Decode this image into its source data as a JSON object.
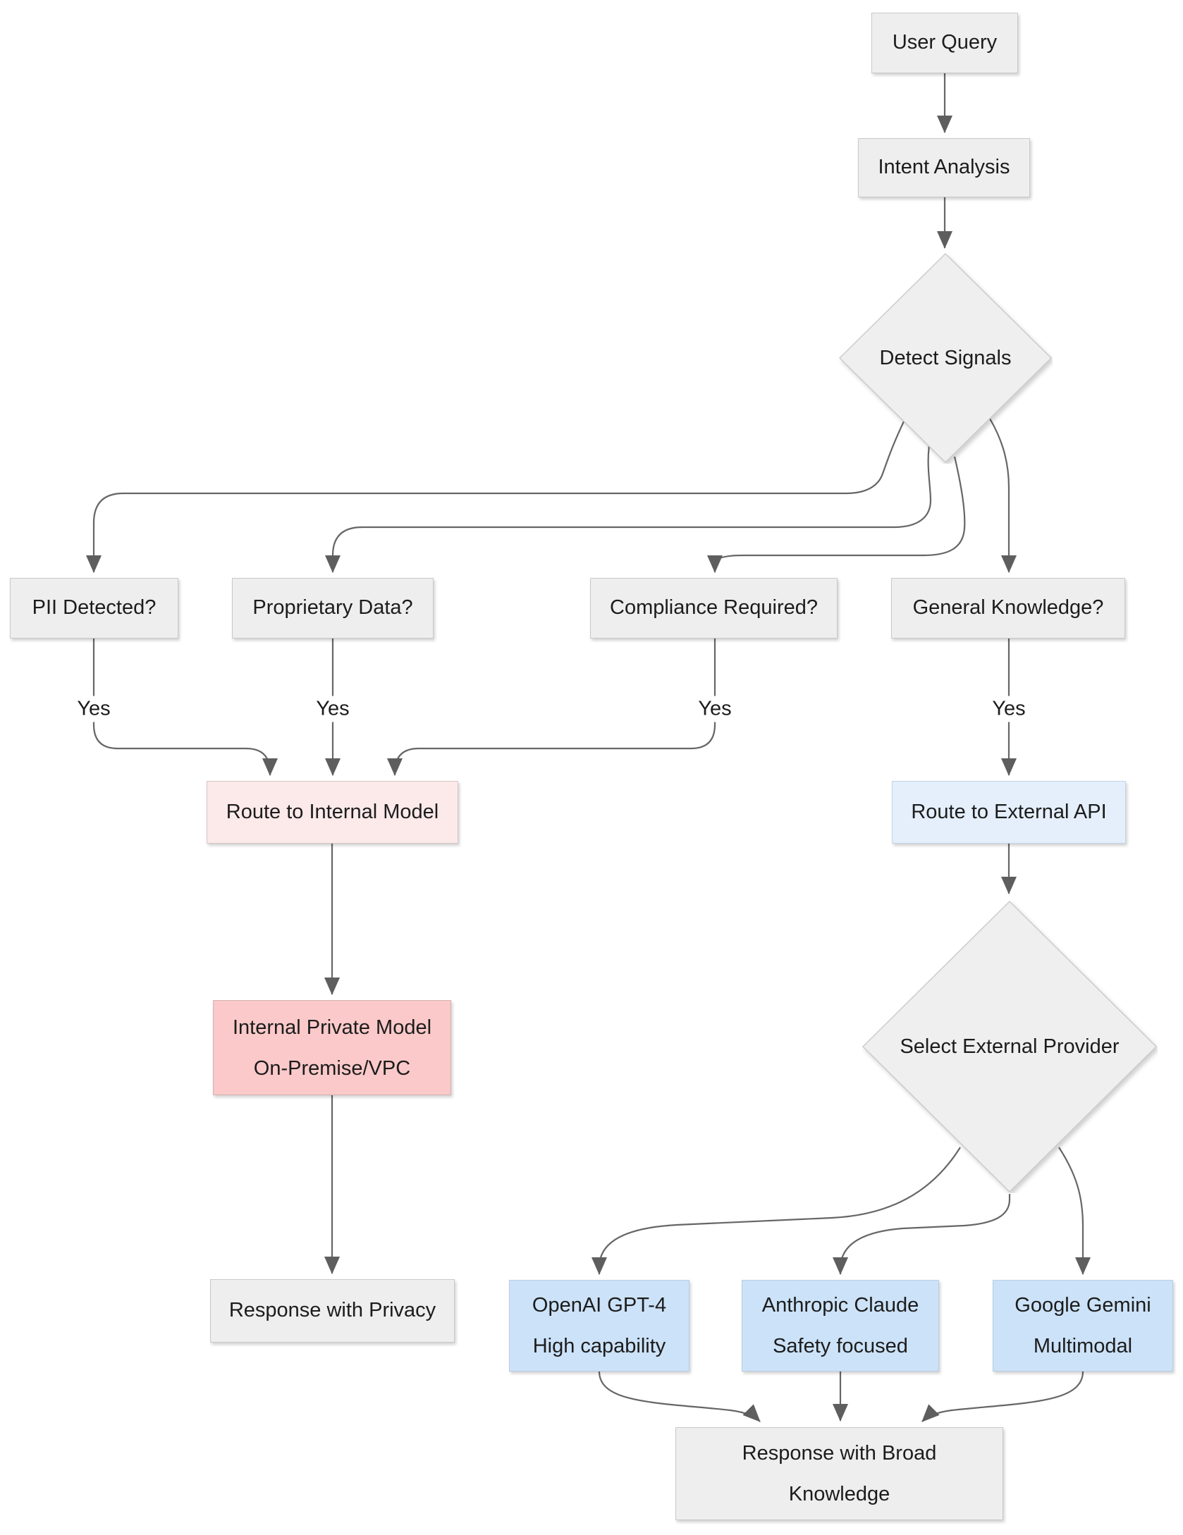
{
  "diagram": {
    "nodes": {
      "user_query": {
        "label": "User Query"
      },
      "intent_analysis": {
        "label": "Intent Analysis"
      },
      "detect_signals": {
        "label": "Detect Signals"
      },
      "pii_detected": {
        "label": "PII Detected?"
      },
      "proprietary_data": {
        "label": "Proprietary Data?"
      },
      "compliance": {
        "label": "Compliance Required?"
      },
      "general_knowledge": {
        "label": "General Knowledge?"
      },
      "route_internal": {
        "label": "Route to Internal Model"
      },
      "route_external": {
        "label": "Route to External API"
      },
      "internal_private": {
        "line1": "Internal Private Model",
        "line2": "On-Premise/VPC"
      },
      "select_provider": {
        "label": "Select External Provider"
      },
      "response_privacy": {
        "label": "Response with Privacy"
      },
      "openai": {
        "line1": "OpenAI GPT-4",
        "line2": "High capability"
      },
      "anthropic": {
        "line1": "Anthropic Claude",
        "line2": "Safety focused"
      },
      "gemini": {
        "line1": "Google Gemini",
        "line2": "Multimodal"
      },
      "response_broad": {
        "line1": "Response with Broad",
        "line2": "Knowledge"
      }
    },
    "edge_labels": {
      "pii_yes": "Yes",
      "proprietary_yes": "Yes",
      "compliance_yes": "Yes",
      "general_yes": "Yes"
    },
    "connections": [
      {
        "from": "User Query",
        "to": "Intent Analysis",
        "label": ""
      },
      {
        "from": "Intent Analysis",
        "to": "Detect Signals",
        "label": ""
      },
      {
        "from": "Detect Signals",
        "to": "PII Detected?",
        "label": ""
      },
      {
        "from": "Detect Signals",
        "to": "Proprietary Data?",
        "label": ""
      },
      {
        "from": "Detect Signals",
        "to": "Compliance Required?",
        "label": ""
      },
      {
        "from": "Detect Signals",
        "to": "General Knowledge?",
        "label": ""
      },
      {
        "from": "PII Detected?",
        "to": "Route to Internal Model",
        "label": "Yes"
      },
      {
        "from": "Proprietary Data?",
        "to": "Route to Internal Model",
        "label": "Yes"
      },
      {
        "from": "Compliance Required?",
        "to": "Route to Internal Model",
        "label": "Yes"
      },
      {
        "from": "General Knowledge?",
        "to": "Route to External API",
        "label": "Yes"
      },
      {
        "from": "Route to Internal Model",
        "to": "Internal Private Model On-Premise/VPC",
        "label": ""
      },
      {
        "from": "Route to External API",
        "to": "Select External Provider",
        "label": ""
      },
      {
        "from": "Internal Private Model On-Premise/VPC",
        "to": "Response with Privacy",
        "label": ""
      },
      {
        "from": "Select External Provider",
        "to": "OpenAI GPT-4 High capability",
        "label": ""
      },
      {
        "from": "Select External Provider",
        "to": "Anthropic Claude Safety focused",
        "label": ""
      },
      {
        "from": "Select External Provider",
        "to": "Google Gemini Multimodal",
        "label": ""
      },
      {
        "from": "OpenAI GPT-4 High capability",
        "to": "Response with Broad Knowledge",
        "label": ""
      },
      {
        "from": "Anthropic Claude Safety focused",
        "to": "Response with Broad Knowledge",
        "label": ""
      },
      {
        "from": "Google Gemini Multimodal",
        "to": "Response with Broad Knowledge",
        "label": ""
      }
    ],
    "colors": {
      "node_gray": "#eeeeee",
      "node_gray_border": "#c9c9c9",
      "node_pink_light": "#fce9e9",
      "node_pink": "#fbc9c9",
      "node_blue_light": "#e4effb",
      "node_blue": "#cce2f8",
      "edge_line": "#666666",
      "arrowhead": "#5e5e5e",
      "text": "#1c1c1c"
    }
  }
}
